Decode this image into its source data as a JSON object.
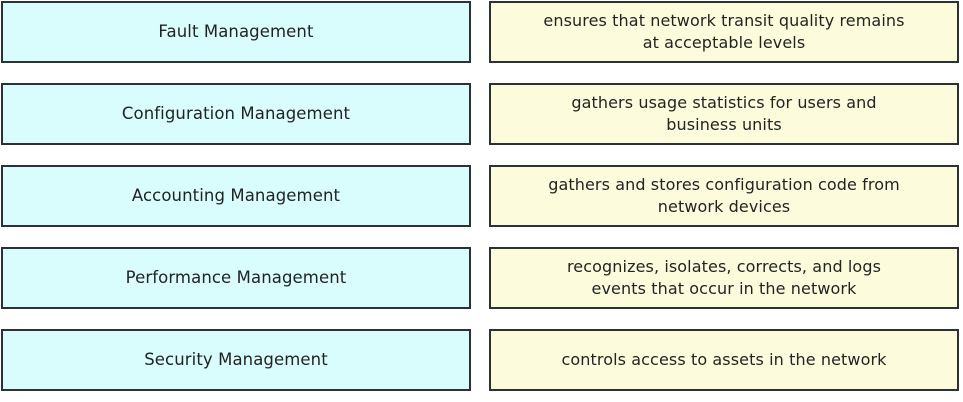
{
  "diagram": {
    "type": "matching-pairs",
    "colors": {
      "left_fill": "#d9fdfd",
      "right_fill": "#fcfcdc",
      "border": "#2b3134",
      "text": "#232323",
      "background": "#ffffff"
    },
    "rows": [
      {
        "left_label": "Fault Management",
        "right_label": "ensures that network transit quality remains\nat acceptable levels"
      },
      {
        "left_label": "Configuration Management",
        "right_label": "gathers usage statistics for users and\nbusiness units"
      },
      {
        "left_label": "Accounting Management",
        "right_label": "gathers and stores configuration code from\nnetwork devices"
      },
      {
        "left_label": "Performance Management",
        "right_label": "recognizes, isolates, corrects, and logs\nevents that occur in the network"
      },
      {
        "left_label": "Security Management",
        "right_label": "controls access to assets in the network"
      }
    ]
  }
}
